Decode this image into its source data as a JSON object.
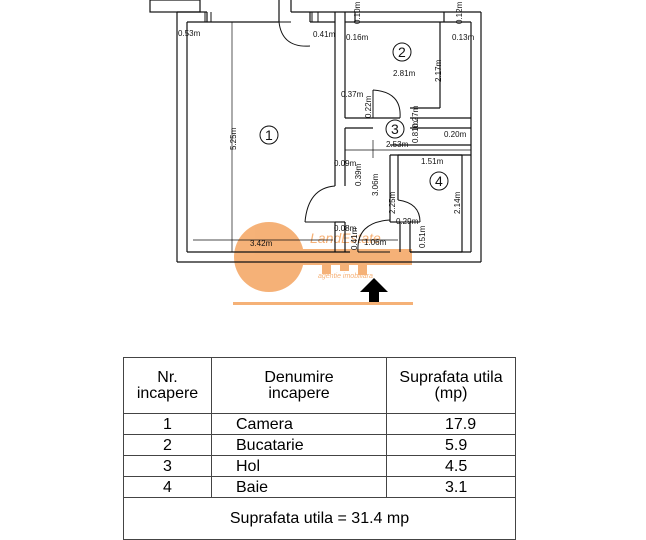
{
  "floor_plan": {
    "rooms": [
      {
        "number": "1",
        "name": "Camera"
      },
      {
        "number": "2",
        "name": "Bucatarie"
      },
      {
        "number": "3",
        "name": "Hol"
      },
      {
        "number": "4",
        "name": "Baie"
      }
    ],
    "dimensions": {
      "d_053": "0.53m",
      "d_041": "0.41m",
      "d_016": "0.16m",
      "d_010": "0.10m",
      "d_012": "0.12m",
      "d_013": "0.13m",
      "d_281": "2.81m",
      "d_217": "2.17m",
      "d_037": "0.37m",
      "d_022": "0.22m",
      "d_027": "0.27m",
      "d_081": "0.81m",
      "d_020": "0.20m",
      "d_525": "5.25m",
      "d_253": "2.53m",
      "d_009": "0.09m",
      "d_039": "0.39m",
      "d_306": "3.06m",
      "d_151": "1.51m",
      "d_225": "2.25m",
      "d_214": "2.14m",
      "d_008": "0.08m",
      "d_342": "3.42m",
      "d_041b": "0.41m",
      "d_106": "1.06m",
      "d_029": "0.29m",
      "d_051": "0.51m"
    },
    "watermark": {
      "brand": "LandEstate",
      "tagline": "agentie imobiliara",
      "color": "#f4a460"
    }
  },
  "area_table": {
    "headers": {
      "nr_line1": "Nr.",
      "nr_line2": "incapere",
      "name_line1": "Denumire",
      "name_line2": "incapere",
      "area_line1": "Suprafata utila",
      "area_line2": "(mp)"
    },
    "rows": [
      {
        "nr": "1",
        "name": "Camera",
        "area": "17.9"
      },
      {
        "nr": "2",
        "name": "Bucatarie",
        "area": "5.9"
      },
      {
        "nr": "3",
        "name": "Hol",
        "area": "4.5"
      },
      {
        "nr": "4",
        "name": "Baie",
        "area": "3.1"
      }
    ],
    "total": "Suprafata utila = 31.4 mp"
  }
}
